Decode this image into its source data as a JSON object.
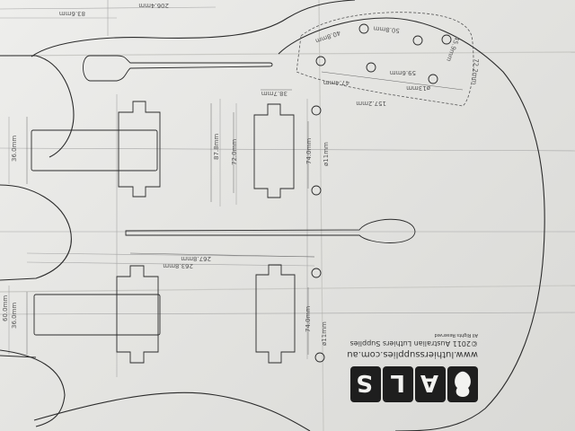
{
  "dimensions": {
    "top_left_a": "83.6mm",
    "top_left_b": "206.4mm",
    "d_40_8": "40.8mm",
    "d_50_8": "50.8mm",
    "d_45_9": "45.9mm",
    "d_72": "72.2mm",
    "d_47_4": "47.4mm",
    "d_59_6": "59.6mm",
    "d_ø13": "ø13mm",
    "d_38_7": "38.7mm",
    "d_157_2": "157.2mm",
    "d_87_8": "87.8mm",
    "d_72_0": "72.0mm",
    "d_74_0_upper": "74.0mm",
    "d_ø11_upper": "ø11mm",
    "d_36_0_upper": "36.0mm",
    "d_267_8": "267.8mm",
    "d_263_8": "263.8mm",
    "d_60_0": "60.0mm",
    "d_36_0_lower": "36.0mm",
    "d_74_0_lower": "74.0mm",
    "d_ø11_lower": "ø11mm"
  },
  "branding": {
    "logo_letters": [
      "A",
      "L",
      "S"
    ],
    "website": "www.luthierssupplies.com.au",
    "copyright": "©2011 Australian Luthiers Supplies",
    "rights": "All Rights Reserved"
  },
  "colors": {
    "paper": "#e9e9e6",
    "line": "#2b2b2b",
    "guide": "#9a9a9a",
    "logo": "#1e1e1e"
  }
}
